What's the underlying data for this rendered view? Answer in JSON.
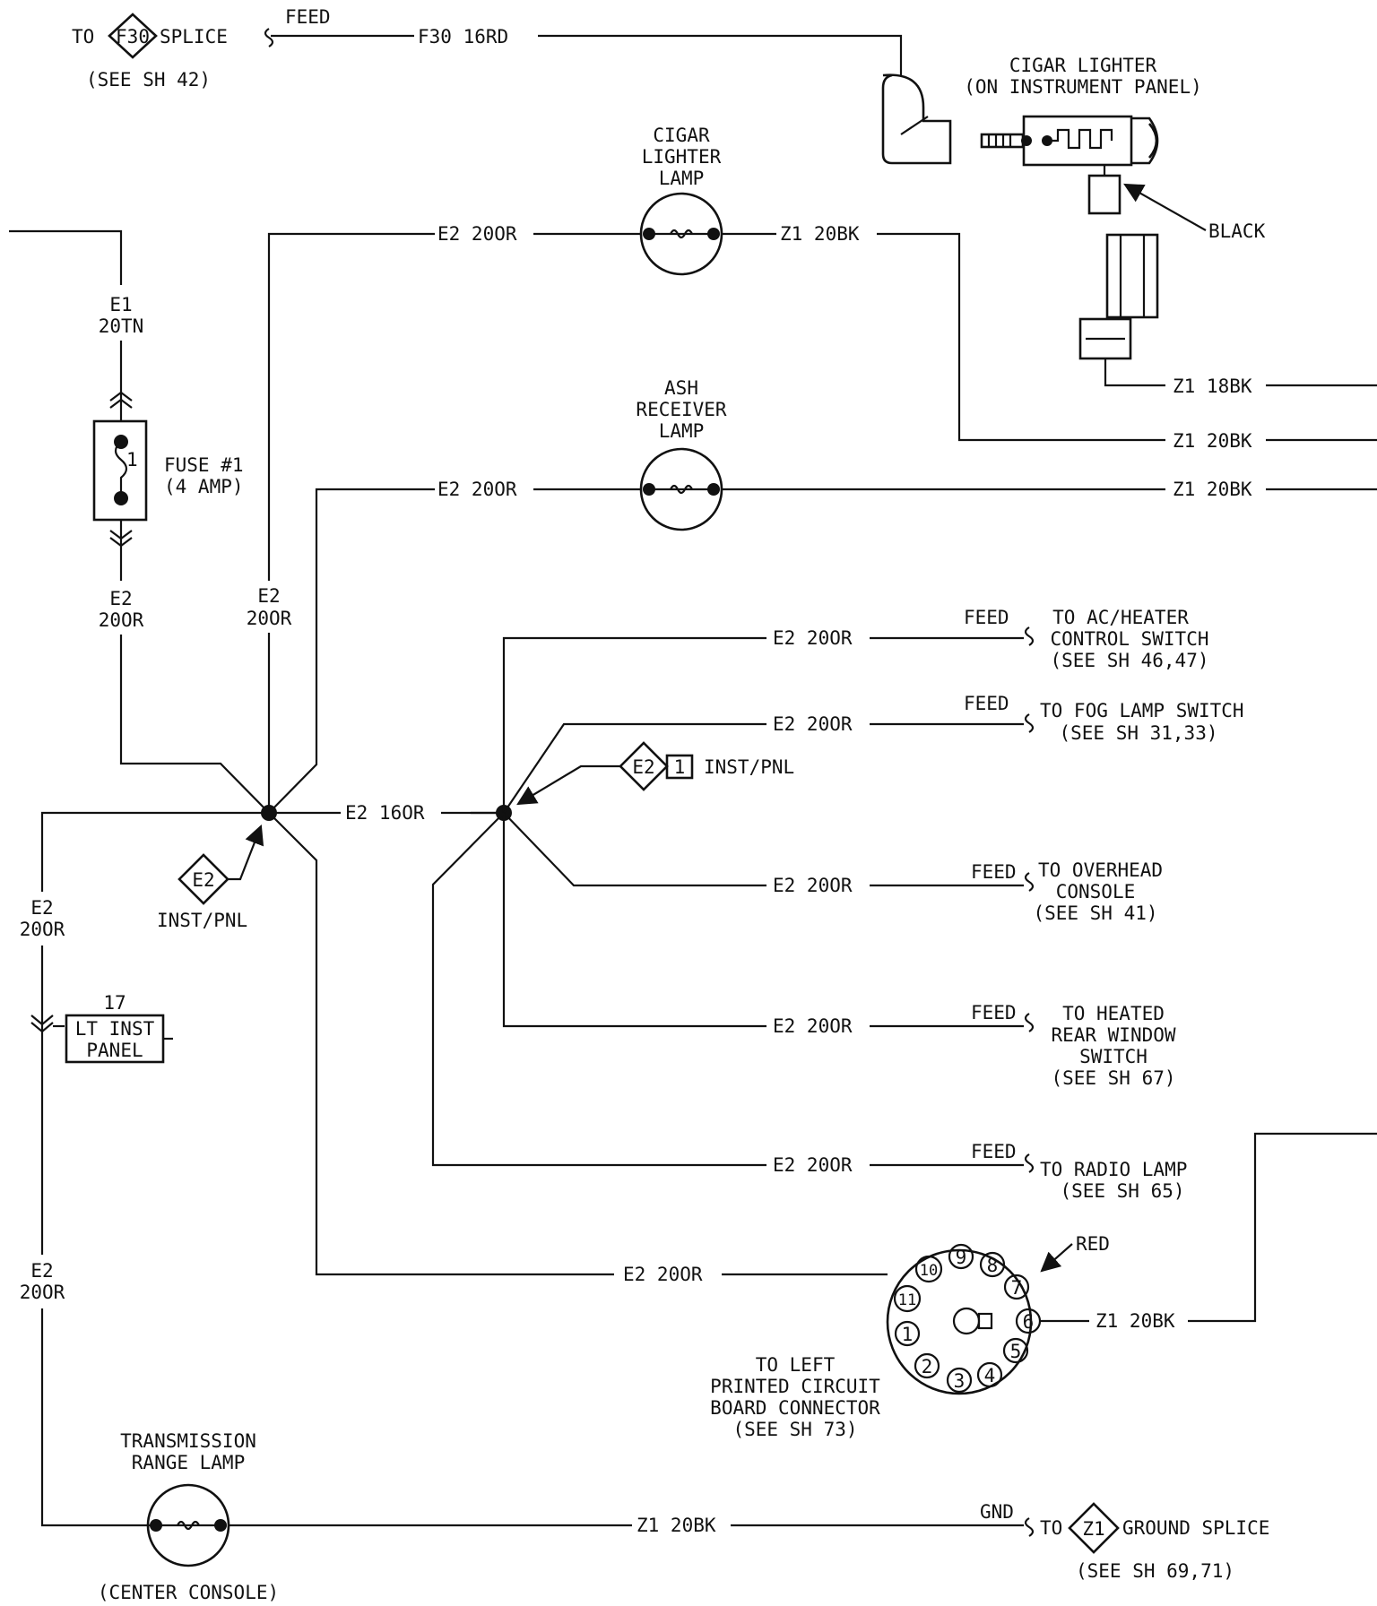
{
  "top_left": {
    "to": "TO",
    "splice_code": "F30",
    "splice": "SPLICE",
    "ref": "(SEE SH 42)",
    "feed": "FEED",
    "wire": "F30 16RD"
  },
  "cigar_lighter": {
    "title_1": "CIGAR LIGHTER",
    "title_2": "(ON INSTRUMENT PANEL)",
    "black": "BLACK",
    "wire_bottom": "Z1 18BK"
  },
  "cigar_lamp": {
    "l1": "CIGAR",
    "l2": "LIGHTER",
    "l3": "LAMP",
    "wire_in": "E2 20OR",
    "wire_out": "Z1 20BK"
  },
  "right_wires": {
    "w1": "Z1 20BK",
    "w2": "Z1 20BK"
  },
  "ash_lamp": {
    "l1": "ASH",
    "l2": "RECEIVER",
    "l3": "LAMP",
    "wire_in": "E2 20OR"
  },
  "fuse": {
    "wire_top_1": "E1",
    "wire_top_2": "20TN",
    "label_1": "FUSE #1",
    "label_2": "(4 AMP)",
    "pin": "1",
    "wire_bottom_1": "E2",
    "wire_bottom_2": "20OR"
  },
  "mid_wire": {
    "l1": "E2",
    "l2": "20OR"
  },
  "left_wire": {
    "l1": "E2",
    "l2": "20OR"
  },
  "bottom_left_wire": {
    "l1": "E2",
    "l2": "20OR"
  },
  "splice_left": {
    "code": "E2",
    "label": "INST/PNL"
  },
  "main_link": "E2 16OR",
  "splice_right": {
    "code": "E2",
    "pin": "1",
    "label": "INST/PNL"
  },
  "connector17": {
    "num": "17",
    "l1": "LT INST",
    "l2": "PANEL"
  },
  "branches": [
    {
      "wire": "E2 20OR",
      "feed": "FEED",
      "dest": [
        "TO AC/HEATER",
        "CONTROL SWITCH",
        "(SEE SH 46,47)"
      ]
    },
    {
      "wire": "E2 20OR",
      "feed": "FEED",
      "dest": [
        "TO FOG LAMP SWITCH",
        "(SEE SH 31,33)"
      ]
    },
    {
      "wire": "E2 20OR",
      "feed": "FEED",
      "dest": [
        "TO OVERHEAD",
        "CONSOLE",
        "(SEE SH 41)"
      ]
    },
    {
      "wire": "E2 20OR",
      "feed": "FEED",
      "dest": [
        "TO HEATED",
        "REAR WINDOW",
        "SWITCH",
        "(SEE SH 67)"
      ]
    },
    {
      "wire": "E2 20OR",
      "feed": "FEED",
      "dest": [
        "TO RADIO LAMP",
        "(SEE SH 65)"
      ]
    }
  ],
  "pcb": {
    "wire_in": "E2 20OR",
    "wire_out": "Z1 20BK",
    "red": "RED",
    "pins": [
      "1",
      "2",
      "3",
      "4",
      "5",
      "6",
      "7",
      "8",
      "9",
      "10",
      "11"
    ],
    "label": [
      "TO LEFT",
      "PRINTED CIRCUIT",
      "BOARD CONNECTOR",
      "(SEE SH 73)"
    ]
  },
  "trans_lamp": {
    "l1": "TRANSMISSION",
    "l2": "RANGE LAMP",
    "location": "(CENTER CONSOLE)",
    "wire_out": "Z1 20BK"
  },
  "ground": {
    "gnd": "GND",
    "to": "TO",
    "code": "Z1",
    "label": "GROUND SPLICE",
    "ref": "(SEE SH 69,71)"
  }
}
